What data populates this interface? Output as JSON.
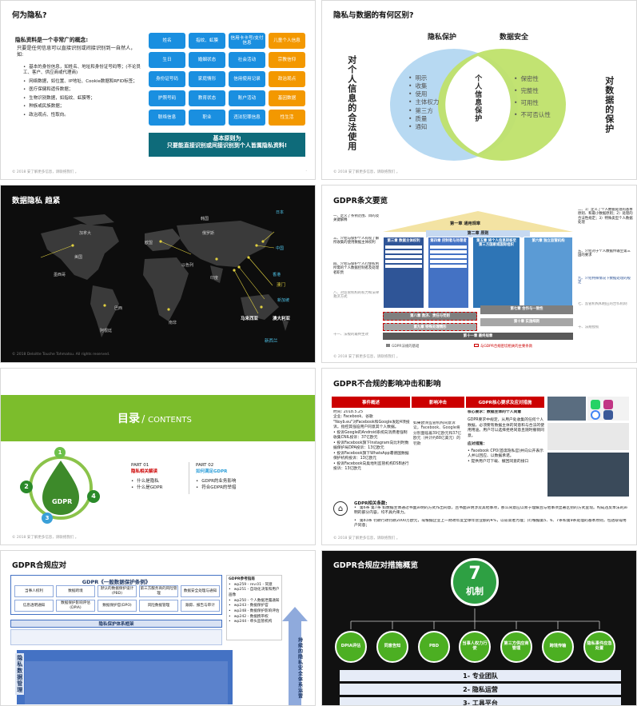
{
  "s1": {
    "title": "何为隐私?",
    "heading": "隐私资料是一个非常广的概念:",
    "intro": "只要是任何信息可以直接识别或间接识别到一自然人，如:",
    "bullets": [
      "基本的身份信息，如姓名、地址和身份证号码等；(不论员工、客户、供应商或代理商)",
      "网络数据，如位置、IP地址、Cookie数据和RFID标签；",
      "医疗保健和遗传数据；",
      "生物识别数据，如指纹、虹膜等；",
      "种族或民族数据；",
      "政治观点、性取向。"
    ],
    "tiles": [
      [
        "姓名",
        "指纹、虹膜",
        "信用卡卡号/支付信息",
        "儿童个人信息"
      ],
      [
        "生日",
        "婚姻状态",
        "社会活动",
        "宗教信仰"
      ],
      [
        "身份证号码",
        "家庭情形",
        "信用使用记录",
        "政治观点"
      ],
      [
        "护照号码",
        "教育状态",
        "账户活动",
        "基因数据"
      ],
      [
        "联络信息",
        "职业",
        "违法犯罪信息",
        "性生活"
      ]
    ],
    "banner1": "基本原则为",
    "banner2": "只要能直接识别或间接识别到个人皆属隐私资料!",
    "footer": "© 2018 安了解更多信息，请联络我们 。"
  },
  "s2": {
    "title": "隐私与数据的有何区别?",
    "label_left": "隐私保护",
    "label_right": "数据安全",
    "left_items": [
      "明示",
      "收集",
      "使用",
      "主体权力",
      "第三方",
      "质量",
      "通知"
    ],
    "center": "个人信息保护",
    "right_items": [
      "保密性",
      "完整性",
      "可用性",
      "不可否认性"
    ],
    "side_left": "对个人信息的合法使用",
    "side_right": "对数据的保护",
    "footer": "© 2018 安了解更多信息，请联络我们 。"
  },
  "s3": {
    "title": "数据隐私 趋紧",
    "labels": [
      "日本",
      "韩国",
      "中国",
      "新加坡",
      "香港",
      "澳门",
      "马来西亚",
      "澳大利亚",
      "新西兰",
      "印度",
      "欧盟",
      "美国",
      "加拿大",
      "巴西",
      "阿根廷",
      "南非",
      "以色列",
      "俄罗斯",
      "墨西哥"
    ],
    "footer": "© 2018 Deloitte Touche Tohmatsu. All rights reserved."
  },
  "s4": {
    "title": "GDPR条文要览",
    "roof": "第一章 通用规章",
    "ch2": "第二章 原则",
    "ch3": "第三章 数据主体权利",
    "ch4": "第四章 控制者与处理者",
    "ch5": "第五章 将个人信息转移至第三方国家或国际组织",
    "ch6": "第六章 独立监管机构",
    "ch7": "第七章 合作与一致性",
    "ch8": "第八章 救济、责任与罚则",
    "ch9": "第九章 特殊处理情形",
    "ch10": "第十章 实施细则",
    "ch11": "第十一章 最终规章",
    "left_notes": [
      "一、定义了条例范围、目的及关键解释",
      "三、介绍与保护个人有权了解所收集的使用数据主体权利",
      "四、介绍与保护个人行使权利所需的个人数据控制者及处理者职责",
      "八、对监管机构的权力和法律救济方式",
      "十一、法规的最终生效"
    ],
    "right_notes": [
      "二、1）定义了个人数据处理的基本原则、和最小数据原则；2）处理的合法性规定；3）特殊类型个人数据处理",
      "五、介绍对于个人数据传输至第三国的要求",
      "九、介绍特殊情况下数据处理的规定",
      "七、监管机构和相应的合作机制",
      "十、法规授权"
    ],
    "legend1": "GDPR法规的基础",
    "legend2": "与GDPR合规密切相关的主要条款",
    "footer": "© 2018 安了解更多信息，请联络我们 。"
  },
  "s5": {
    "title_cn": "目录",
    "title_en": "CONTENTS",
    "logo": "GDPR",
    "nums": [
      "1",
      "2",
      "3",
      "4"
    ],
    "part1_label": "PART 01",
    "part1_title": "隐私相关解读",
    "part1_items": [
      "什么是隐私",
      "什么是GDPR"
    ],
    "part2_label": "PART 02",
    "part2_title": "如何满足GDPR",
    "part2_items": [
      "GDPR的业务影响",
      "符合GDPR的举措"
    ],
    "footer": "© 2018 安了解更多信息，请联络我们 。"
  },
  "s6": {
    "title": "GDPR不合规的影响冲击和影响",
    "headers": [
      "事件概述",
      "影响冲击",
      "GDPR核心要求及应对措施"
    ],
    "col1": "时间: 2018.5.25\n企业: Facebook、谷歌\n\"Noyb.eu\"对Facebook和Google发起4项投诉。指控其强迫用户同意其个人数据。\n• 投诉Google的Android系统向消费者强制收集CNIL投诉：37亿欧元\n• 投诉Facebook旗下Instagram向比利时数据保护局DPA投诉：13亿欧元\n• 投诉Facebook旗下WhatsApp遭德国数据保护机构投诉：13亿欧元\n• 投诉Facebook向奥地利监管机构DSB进行投诉：13亿欧元",
    "col2": "如果欧洲监管机构同意诉讼，Facebook、Google将分别面临着39亿欧元和37亿欧元（共计约88亿美元）的罚款",
    "col3a": "核心要求：数据主体的个人同意",
    "col3b": "GDPR要求中规定，从用户处收集的任何个人数据，必须要有数据主体的同意和与合法的使用用途。用户可以选择拒绝同意且随时撤销同意。",
    "col3c": "应对措施：",
    "col3d": "• Facebook CPO(首席隐私官)并向公开表示人并以回应、以数据承诺。\n• 提供用户可下载、撤回同意的接口",
    "law_title": "GDPR相关条款:",
    "law1": "第6条 第7条 如数据主体通过书面声明的方式作出同意，且书面声明涉及其他事项，那么同意应以易于理解且与他事项显著区别的方式呈现。构成违反本法的声明的部分内容，均不具约束力。",
    "law2": "第83条 罚款行政罚款2000万欧元，或根据企业上一财政年度全球年营业额的4%，以较高者为准；(c)根据第5、6、7条和第9条处理的基本原则，包括取得用户同意；",
    "footer": "© 2018 安了解更多信息，请联络我们 。"
  },
  "s7": {
    "title": "GDPR合规应对",
    "framework": "GDPR《一般数据保护条例》",
    "rows": [
      [
        "当事人权利",
        "数据跨境",
        "默认的数据保护设计(PBD)",
        "第三方服务商的风险管理",
        "数据安全处理与通知"
      ],
      [
        "信息透明通知",
        "数据保护影响评估(DPIA)",
        "数据保护官(DPO)",
        "风险数据管理",
        "跟踪、报告与审计"
      ]
    ],
    "system": "隐私保护体系框架",
    "mgmt_label": "隐私数据管理",
    "ops_label": "持续的隐私安全体系运营",
    "right_title": "GDPR参考指南",
    "right_items": [
      "wp259 - rev.01 - 同意",
      "wp251 - 自动化决策和用户画像",
      "wp250 - 个人数据泄露通知",
      "wp243 - 数据保护官",
      "wp248 - 数据保护影响评估",
      "wp242 - 数据携带权",
      "wp244 - 牵头监管机构"
    ],
    "footer": "© 2018 安了解更多信息，请联络我们 。"
  },
  "s8": {
    "title": "GDPR合规应对措施概览",
    "big_num": "7",
    "big_label": "机制",
    "nodes": [
      "DPIA评估",
      "同意告知",
      "PBD",
      "当事人权力行使",
      "第三方供应商管理",
      "跨境传输",
      "隐私事件应急处置"
    ],
    "bars": [
      "1- 专业团队",
      "2- 隐私运营",
      "3- 工具平台"
    ]
  }
}
